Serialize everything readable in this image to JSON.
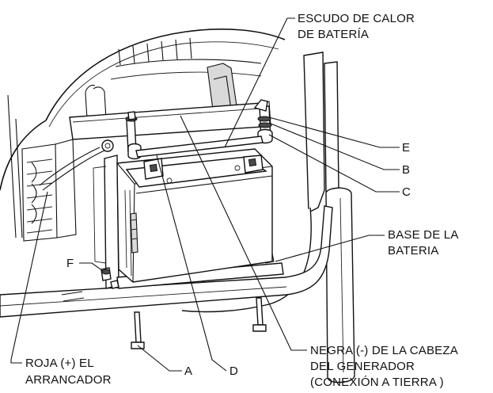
{
  "labels": {
    "heat_shield_l1": "ESCUDO DE CALOR",
    "heat_shield_l2": "DE BATERÍA",
    "battery_base_l1": "BASE DE LA",
    "battery_base_l2": "BATERIA",
    "red_l1": "ROJA (+) EL",
    "red_l2": "ARRANCADOR",
    "black_l1": "NEGRA (-) DE LA CABEZA",
    "black_l2": "DEL GENERADOR",
    "black_l3": "(CONEXIÓN A TIERRA )"
  },
  "callouts": {
    "e": "E",
    "b": "B",
    "c": "C",
    "f": "F",
    "a": "A",
    "d": "D"
  }
}
